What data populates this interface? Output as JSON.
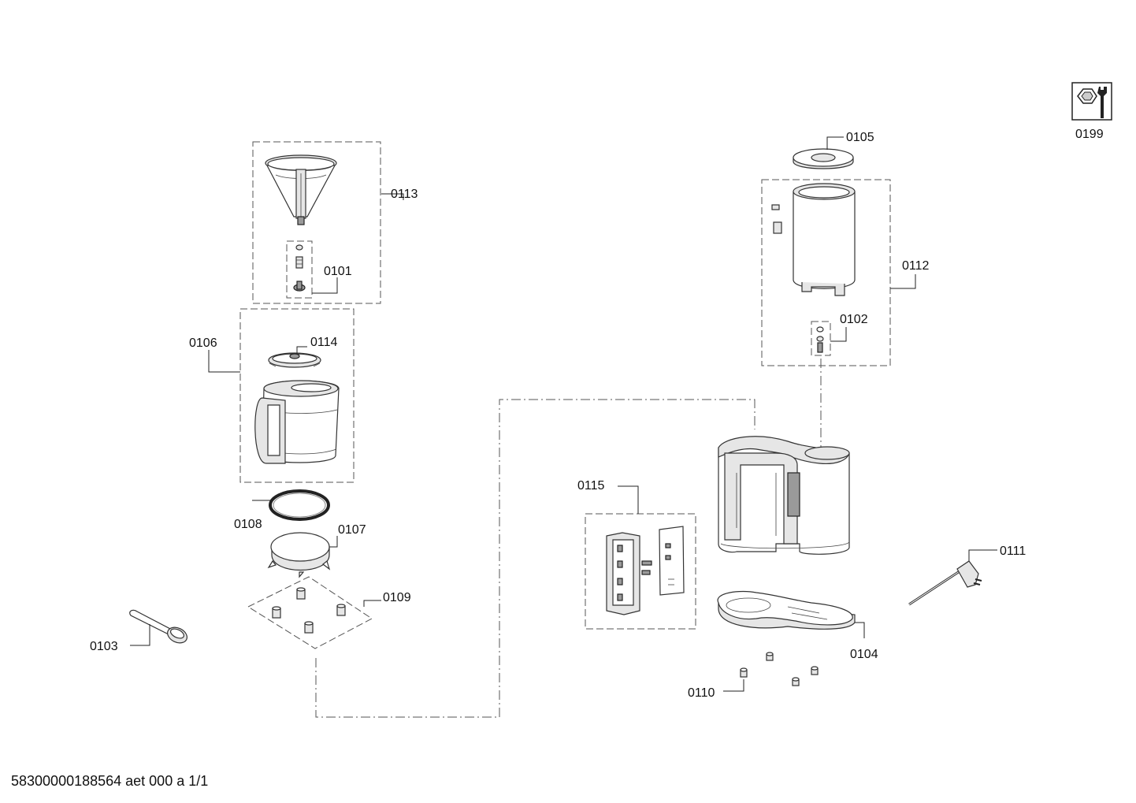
{
  "document": {
    "reference": "58300000188564 aet 000 a 1/1"
  },
  "labels": {
    "p0101": "0101",
    "p0102": "0102",
    "p0103": "0103",
    "p0104": "0104",
    "p0105": "0105",
    "p0106": "0106",
    "p0107": "0107",
    "p0108": "0108",
    "p0109": "0109",
    "p0110": "0110",
    "p0111": "0111",
    "p0112": "0112",
    "p0113": "0113",
    "p0114": "0114",
    "p0115": "0115",
    "p0199": "0199"
  },
  "icons": {
    "service": "tools-icon"
  }
}
